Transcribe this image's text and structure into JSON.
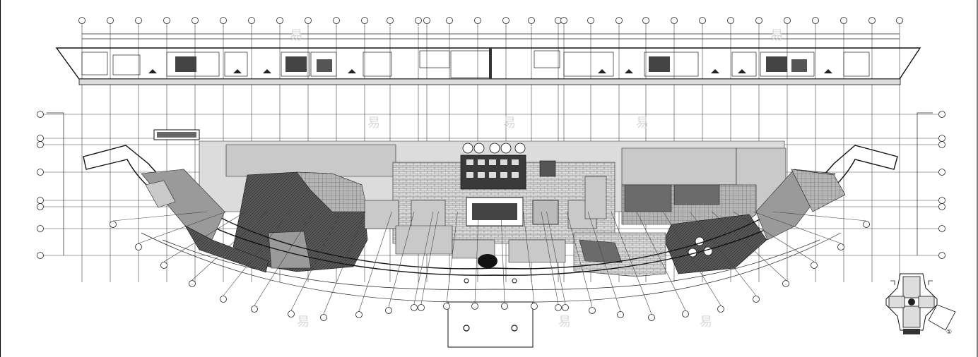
{
  "drawing": {
    "type": "architectural floor plan",
    "background": "#ffffff",
    "line_color": "#111111",
    "fill_tones": [
      "#6b6b6b",
      "#9a9a9a",
      "#c9c9c9",
      "#dcdcdc"
    ]
  },
  "watermark": {
    "glyph": "易"
  },
  "north_arrow": {
    "label": "①"
  }
}
